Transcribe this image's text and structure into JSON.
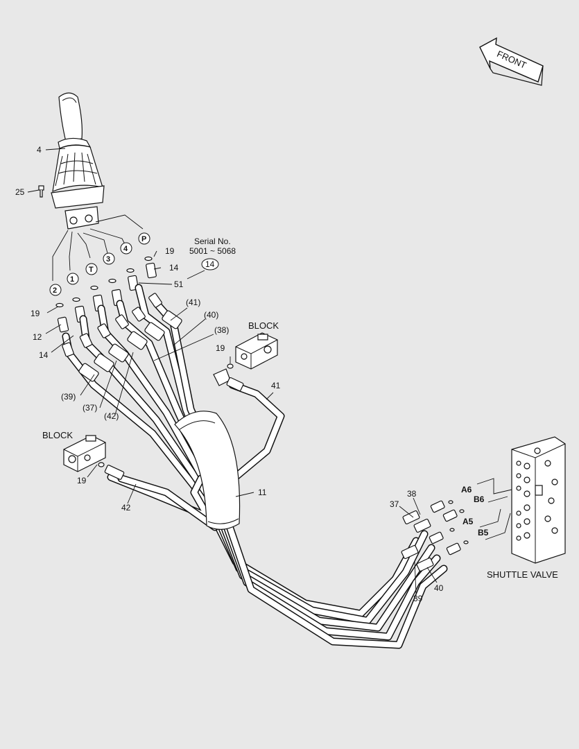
{
  "labels": {
    "front": "FRONT",
    "block_upper": "BLOCK",
    "block_lower": "BLOCK",
    "shuttle_valve": "SHUTTLE VALVE",
    "serial_line1": "Serial No.",
    "serial_line2": "5001 ~ 5068",
    "serial_part": "14"
  },
  "callouts": {
    "p4": "4",
    "p25": "25",
    "p19_top": "19",
    "p14_top": "14",
    "p51": "51",
    "p19_left": "19",
    "p12": "12",
    "p14_left": "14",
    "p41_paren": "(41)",
    "p40_paren": "(40)",
    "p38_paren": "(38)",
    "p39_paren": "(39)",
    "p37_paren": "(37)",
    "p42_paren": "(42)",
    "p19_block_upper": "19",
    "p41": "41",
    "p19_block_lower": "19",
    "p42": "42",
    "p11": "11",
    "p37": "37",
    "p38": "38",
    "p39": "39",
    "p40": "40"
  },
  "ports": {
    "port_2": "2",
    "port_1": "1",
    "port_t": "T",
    "port_3": "3",
    "port_4": "4",
    "port_p": "P",
    "a6": "A6",
    "b6": "B6",
    "a5": "A5",
    "b5": "B5"
  }
}
